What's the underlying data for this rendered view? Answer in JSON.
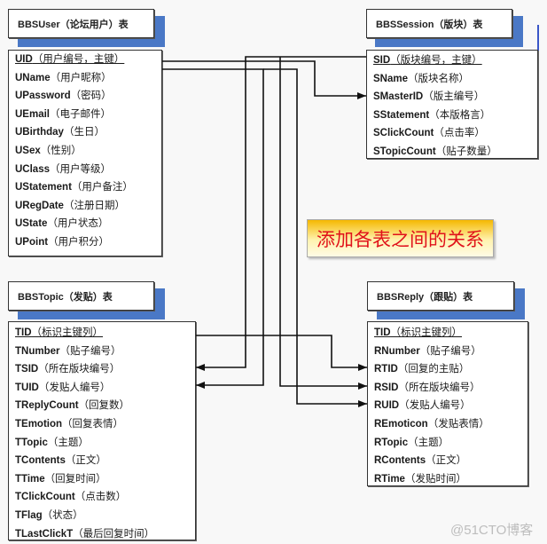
{
  "tables": {
    "user": {
      "title": "BBSUser（论坛用户）表",
      "fields": [
        {
          "name": "UID",
          "desc": "（用户编号，主键）"
        },
        {
          "name": "UName",
          "desc": "（用户昵称）"
        },
        {
          "name": "UPassword",
          "desc": "（密码）"
        },
        {
          "name": "UEmail",
          "desc": "（电子邮件）"
        },
        {
          "name": "UBirthday",
          "desc": "（生日）"
        },
        {
          "name": "USex",
          "desc": "（性别）"
        },
        {
          "name": "UClass",
          "desc": "（用户等级）"
        },
        {
          "name": "UStatement",
          "desc": "（用户备注）"
        },
        {
          "name": "URegDate",
          "desc": "（注册日期）"
        },
        {
          "name": "UState",
          "desc": "（用户状态）"
        },
        {
          "name": "UPoint",
          "desc": "（用户积分）"
        }
      ]
    },
    "session": {
      "title": "BBSSession（版块）表",
      "fields": [
        {
          "name": "SID",
          "desc": "（版块编号，主键）"
        },
        {
          "name": "SName",
          "desc": "（版块名称）"
        },
        {
          "name": "SMasterID",
          "desc": "（版主编号）"
        },
        {
          "name": "SStatement",
          "desc": "（本版格言）"
        },
        {
          "name": "SClickCount",
          "desc": "（点击率）"
        },
        {
          "name": "STopicCount",
          "desc": "（贴子数量）"
        }
      ]
    },
    "topic": {
      "title": "BBSTopic（发贴）表",
      "fields": [
        {
          "name": "TID",
          "desc": "（标识主键列）"
        },
        {
          "name": "TNumber",
          "desc": "（贴子编号）"
        },
        {
          "name": "TSID",
          "desc": "（所在版块编号）"
        },
        {
          "name": "TUID",
          "desc": "（发贴人编号）"
        },
        {
          "name": "TReplyCount",
          "desc": "（回复数）"
        },
        {
          "name": "TEmotion",
          "desc": "（回复表情）"
        },
        {
          "name": "TTopic",
          "desc": "（主题）"
        },
        {
          "name": "TContents",
          "desc": "（正文）"
        },
        {
          "name": "TTime",
          "desc": "（回复时间）"
        },
        {
          "name": "TClickCount",
          "desc": "（点击数）"
        },
        {
          "name": "TFlag",
          "desc": "（状态）"
        },
        {
          "name": "TLastClickT",
          "desc": "（最后回复时间）"
        }
      ]
    },
    "reply": {
      "title": "BBSReply（跟贴）表",
      "fields": [
        {
          "name": "TID",
          "desc": "（标识主键列）"
        },
        {
          "name": "RNumber",
          "desc": "（贴子编号）"
        },
        {
          "name": "RTID",
          "desc": "（回复的主贴）"
        },
        {
          "name": "RSID",
          "desc": "（所在版块编号）"
        },
        {
          "name": "RUID",
          "desc": "（发贴人编号）"
        },
        {
          "name": "REmoticon",
          "desc": "（发贴表情）"
        },
        {
          "name": "RTopic",
          "desc": "（主题）"
        },
        {
          "name": "RContents",
          "desc": "（正文）"
        },
        {
          "name": "RTime",
          "desc": "（发贴时间）"
        }
      ]
    }
  },
  "callout": "添加各表之间的关系",
  "watermark": "@51CTO博客",
  "colors": {
    "header_shadow": "#4a78c6",
    "callout_text": "#e0121b",
    "callout_bg": "#f5b800"
  }
}
